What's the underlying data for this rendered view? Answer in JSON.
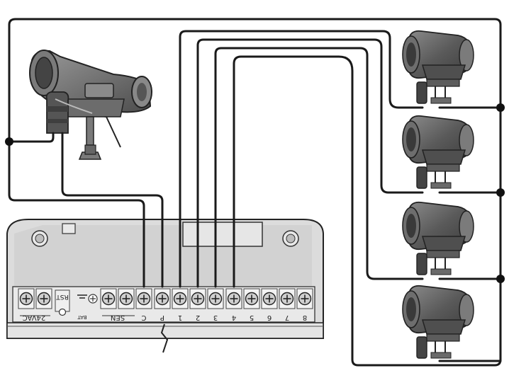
{
  "controller": {
    "terminals": [
      {
        "id": "ac1",
        "label": ""
      },
      {
        "id": "ac2",
        "label": ""
      },
      {
        "id": "rst",
        "label": "RST"
      },
      {
        "id": "bat",
        "label": "BAT"
      },
      {
        "id": "sen1",
        "label": ""
      },
      {
        "id": "sen2",
        "label": ""
      },
      {
        "id": "c",
        "label": "C"
      },
      {
        "id": "p",
        "label": "P"
      },
      {
        "id": "z1",
        "label": "1"
      },
      {
        "id": "z2",
        "label": "2"
      },
      {
        "id": "z3",
        "label": "3"
      },
      {
        "id": "z4",
        "label": "4"
      },
      {
        "id": "z5",
        "label": "5"
      },
      {
        "id": "z6",
        "label": "6"
      },
      {
        "id": "z7",
        "label": "7"
      },
      {
        "id": "z8",
        "label": "8"
      }
    ],
    "label_24vac": "24VAC",
    "label_sen": "SEN",
    "label_bat": "BAT",
    "label_rst": "RST"
  }
}
